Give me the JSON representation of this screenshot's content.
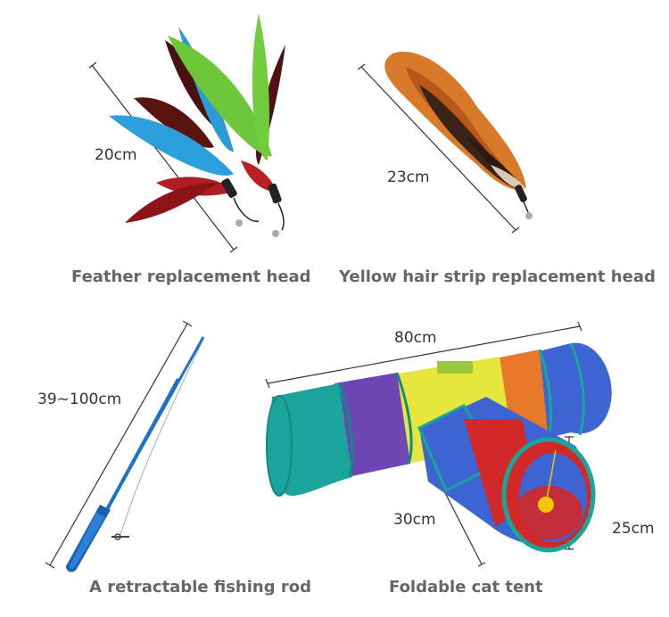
{
  "products": [
    {
      "caption": "Feather replacement head",
      "dimension": "20cm",
      "icon": "feather-head"
    },
    {
      "caption": "Yellow hair strip replacement head",
      "dimension": "23cm",
      "icon": "fur-strip-head"
    },
    {
      "caption": "A retractable fishing rod",
      "dimension": "39~100cm",
      "icon": "fishing-rod"
    },
    {
      "caption": "Foldable cat tent",
      "dimensions": [
        "80cm",
        "30cm",
        "25cm"
      ],
      "icon": "cat-tunnel"
    }
  ],
  "colors": {
    "caption_text": "#666666",
    "dimension_text": "#333333",
    "feather_blue": "#2ba0dc",
    "feather_green": "#6cc83a",
    "feather_red": "#b01e22",
    "fur_orange": "#d97a2a",
    "rod_blue": "#1e73c8",
    "tunnel_teal": "#1aa59c",
    "tunnel_purple": "#6e46b4",
    "tunnel_yellow": "#e6e63c",
    "tunnel_orange": "#e8782a",
    "tunnel_blue": "#3c64d2",
    "tunnel_red": "#d22828"
  }
}
